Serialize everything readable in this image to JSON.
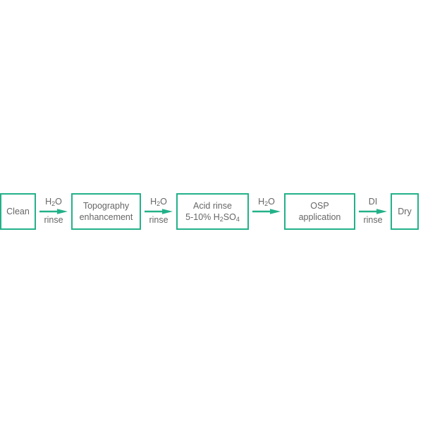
{
  "diagram": {
    "type": "process-flow",
    "orientation": "horizontal",
    "background_color": "#ffffff",
    "box_border_color": "#23b189",
    "arrow_color": "#23b189",
    "text_color": "#666666",
    "steps": [
      {
        "id": "clean",
        "lines": [
          "Clean"
        ]
      },
      {
        "id": "topography",
        "lines": [
          "Topography",
          "enhancement"
        ]
      },
      {
        "id": "acid-rinse",
        "lines": [
          "Acid rinse",
          "5-10% H₂SO₄"
        ]
      },
      {
        "id": "osp",
        "lines": [
          "OSP",
          "application"
        ]
      },
      {
        "id": "dry",
        "lines": [
          "Dry"
        ]
      }
    ],
    "arrows": [
      {
        "id": "arrow-1",
        "top": "H₂O",
        "bottom": "rinse"
      },
      {
        "id": "arrow-2",
        "top": "H₂O",
        "bottom": "rinse"
      },
      {
        "id": "arrow-3",
        "top": "H₂O",
        "bottom": ""
      },
      {
        "id": "arrow-4",
        "top": "DI",
        "bottom": "rinse"
      }
    ]
  }
}
